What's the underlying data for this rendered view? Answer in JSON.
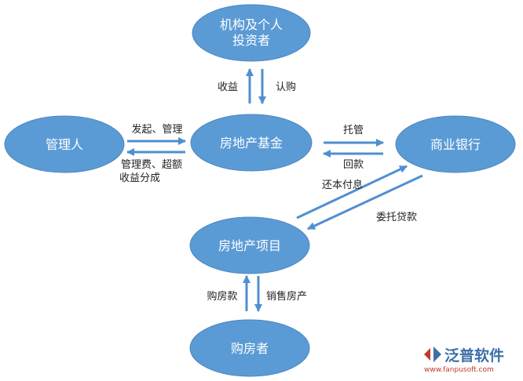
{
  "colors": {
    "node_fill": "#5b9bd5",
    "node_stroke": "#4a86bf",
    "arrow": "#4f8fd0",
    "text": "#222222",
    "logo_blue": "#3d6fa8",
    "logo_red": "#c0392b"
  },
  "nodes": {
    "investors_line1": "机构及个人",
    "investors_line2": "投资者",
    "manager": "管理人",
    "fund": "房地产基金",
    "bank": "商业银行",
    "project": "房地产项目",
    "buyer": "购房者"
  },
  "edges": {
    "return": "收益",
    "subscribe": "认购",
    "initiate_manage": "发起、管理",
    "fee_line1": "管理费、超额",
    "fee_line2": "收益分成",
    "custody": "托管",
    "repayment": "回款",
    "principal_interest": "还本付息",
    "entrusted_loan": "委托贷款",
    "purchase_payment": "购房款",
    "sale_property": "销售房产"
  },
  "logo": {
    "icon": "fanpu-logo-icon",
    "name": "泛普软件",
    "url": "www.fanpusoft.com"
  }
}
